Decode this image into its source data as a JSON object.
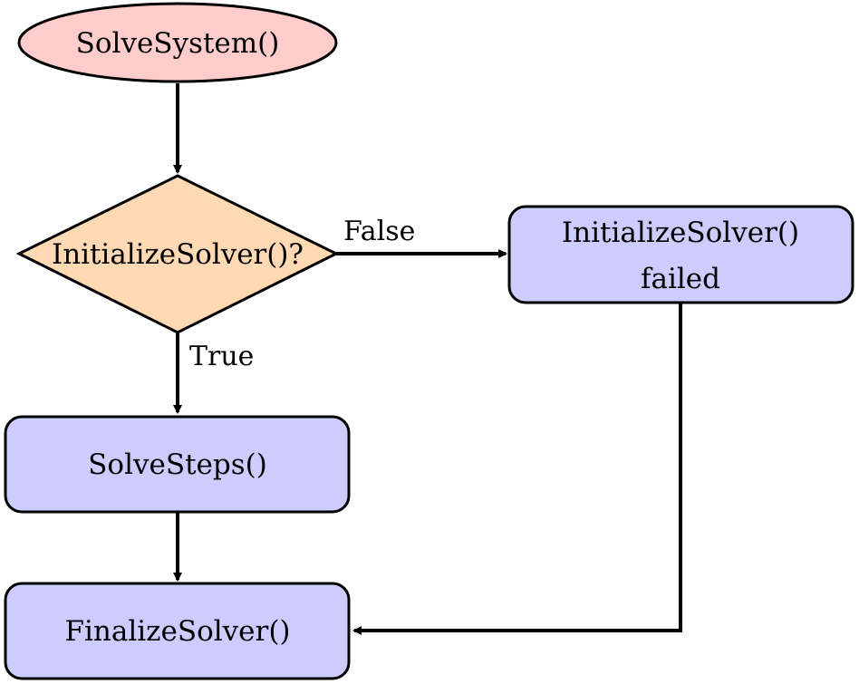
{
  "diagram": {
    "colors": {
      "start_fill": "#ffcccc",
      "decision_fill": "#ffd9b3",
      "process_fill": "#ccccff",
      "stroke": "#000000"
    },
    "nodes": {
      "start": {
        "label": "SolveSystem()"
      },
      "decision": {
        "label": "InitializeSolver()?"
      },
      "failed": {
        "line1": "InitializeSolver()",
        "line2": "failed"
      },
      "solve_steps": {
        "label": "SolveSteps()"
      },
      "finalize": {
        "label": "FinalizeSolver()"
      }
    },
    "edges": {
      "false_label": "False",
      "true_label": "True"
    }
  }
}
